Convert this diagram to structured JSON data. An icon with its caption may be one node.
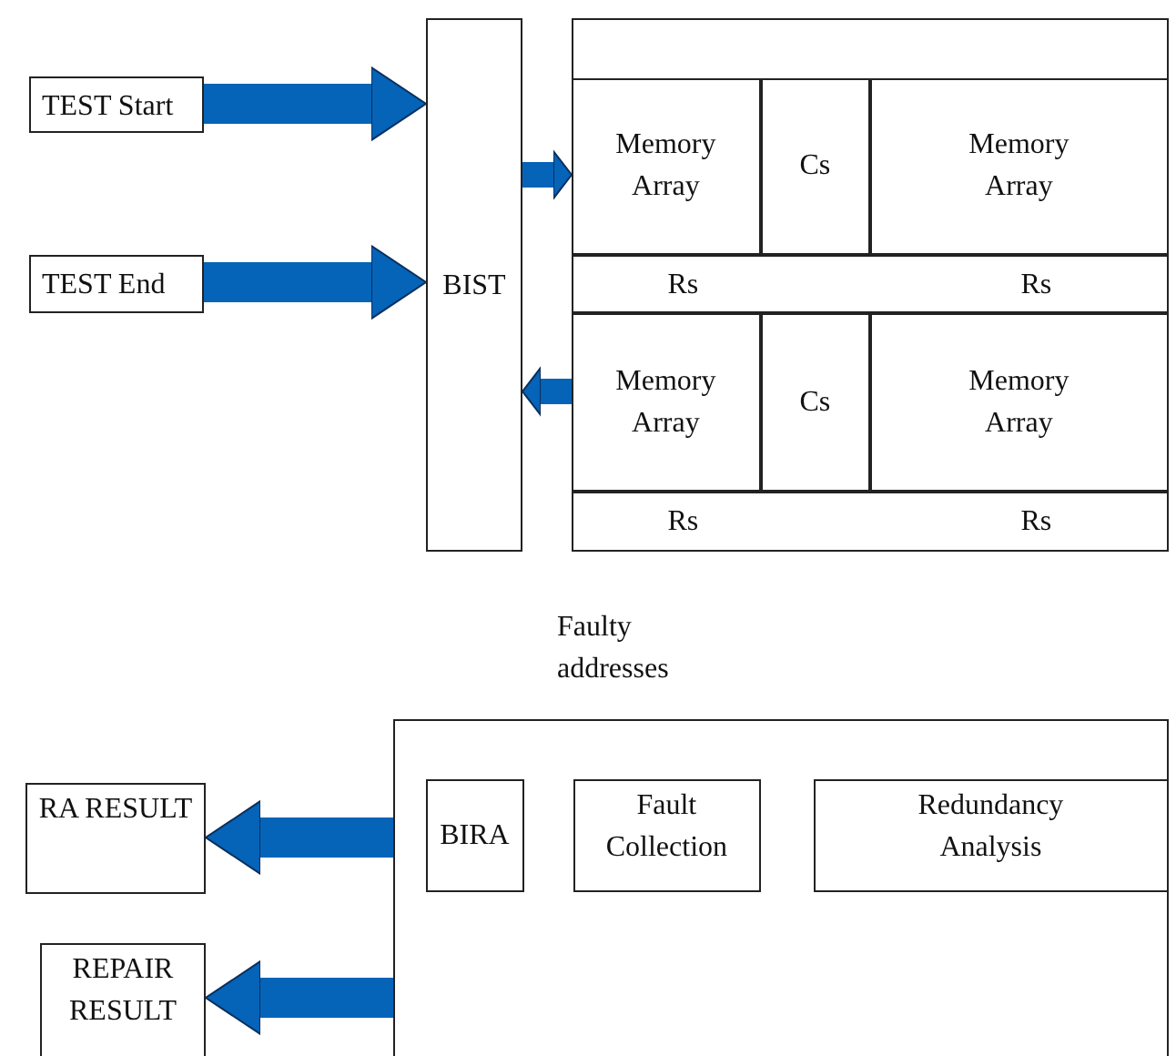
{
  "diagram": {
    "nodes": [
      {
        "text": [
          "TEST Start"
        ]
      },
      {
        "text": [
          "TEST End"
        ]
      },
      {
        "text": [
          "BIST"
        ]
      },
      {
        "text": [],
        "shape": "box"
      },
      {
        "text": [
          "Memory Array"
        ],
        "in": 3
      },
      {
        "text": [
          "Cs"
        ],
        "in": 3
      },
      {
        "text": [
          "Memory Array"
        ],
        "in": 3
      },
      {
        "text": [
          "Rs",
          "Rs"
        ],
        "in": 3
      },
      {
        "text": [
          "Memory Array"
        ],
        "in": 3
      },
      {
        "text": [
          "Cs"
        ],
        "in": 3
      },
      {
        "text": [
          "Memory Array"
        ],
        "in": 3
      },
      {
        "text": [
          "Rs",
          "Rs"
        ],
        "in": 3
      },
      {
        "text": [],
        "shape": "box"
      },
      {
        "text": [
          "BIRA"
        ],
        "in": 12
      },
      {
        "text": [
          "Fault Collection"
        ],
        "in": 12
      },
      {
        "text": [
          "Redundancy Analysis"
        ],
        "in": 12
      },
      {
        "text": [
          "RA RESULT"
        ]
      },
      {
        "text": [
          "REPAIR RESULT"
        ]
      }
    ],
    "edges": [
      {
        "from": 0,
        "to": 2,
        "arrow": "to"
      },
      {
        "from": 1,
        "to": 2,
        "arrow": "to"
      },
      {
        "from": 2,
        "to": 4,
        "arrow": "to"
      },
      {
        "from": 8,
        "to": 2,
        "arrow": "to"
      },
      {
        "from": 12,
        "to": 16,
        "arrow": "to"
      },
      {
        "from": 12,
        "to": 17,
        "arrow": "to"
      }
    ],
    "labels": [
      "Faulty addresses"
    ]
  }
}
